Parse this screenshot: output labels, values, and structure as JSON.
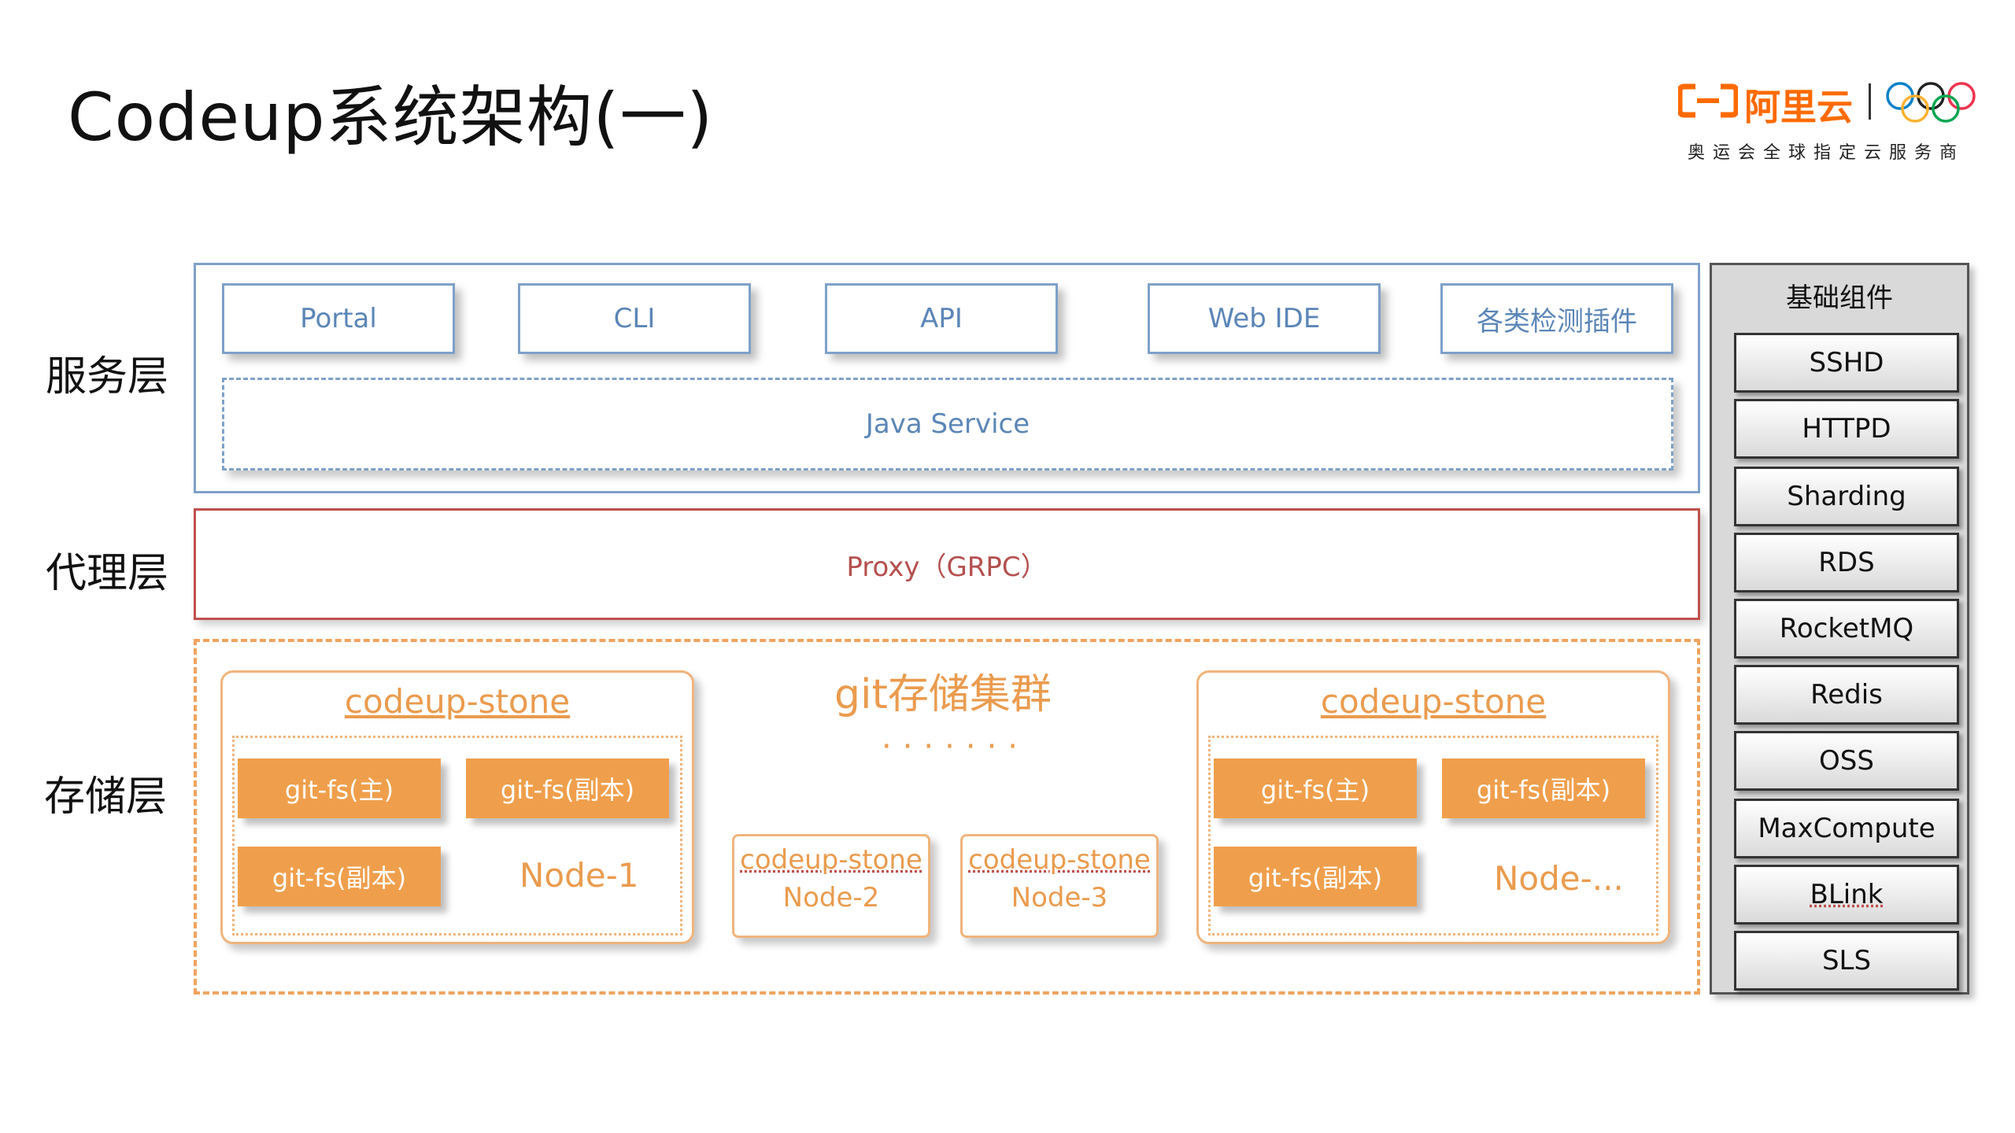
{
  "title": "Codeup系统架构(一)",
  "logo": {
    "brand": "阿里云",
    "slogan": "奥运会全球指定云服务商",
    "brand_color": "#ff6a00"
  },
  "layers": {
    "service": "服务层",
    "proxy": "代理层",
    "storage": "存储层"
  },
  "service_layer": {
    "clients": [
      "Portal",
      "CLI",
      "API",
      "Web IDE",
      "各类检测插件"
    ],
    "java_service": "Java Service"
  },
  "proxy_layer": {
    "label": "Proxy（GRPC）"
  },
  "storage_layer": {
    "cluster_title": "git存储集群",
    "dots": "·······",
    "stone_left": {
      "title": "codeup-stone",
      "gitfs": [
        "git-fs(主)",
        "git-fs(副本)",
        "git-fs(副本)"
      ],
      "node": "Node-1"
    },
    "stone_right": {
      "title": "codeup-stone",
      "gitfs": [
        "git-fs(主)",
        "git-fs(副本)",
        "git-fs(副本)"
      ],
      "node": "Node-..."
    },
    "small_stones": [
      {
        "title": "codeup-stone",
        "node": "Node-2"
      },
      {
        "title": "codeup-stone",
        "node": "Node-3"
      }
    ]
  },
  "base_components": {
    "title": "基础组件",
    "items": [
      "SSHD",
      "HTTPD",
      "Sharding",
      "RDS",
      "RocketMQ",
      "Redis",
      "OSS",
      "MaxCompute",
      "BLink",
      "SLS"
    ]
  },
  "colors": {
    "service_blue": "#7ea1c9",
    "proxy_red": "#c0504d",
    "storage_orange": "#ef9f4c"
  }
}
